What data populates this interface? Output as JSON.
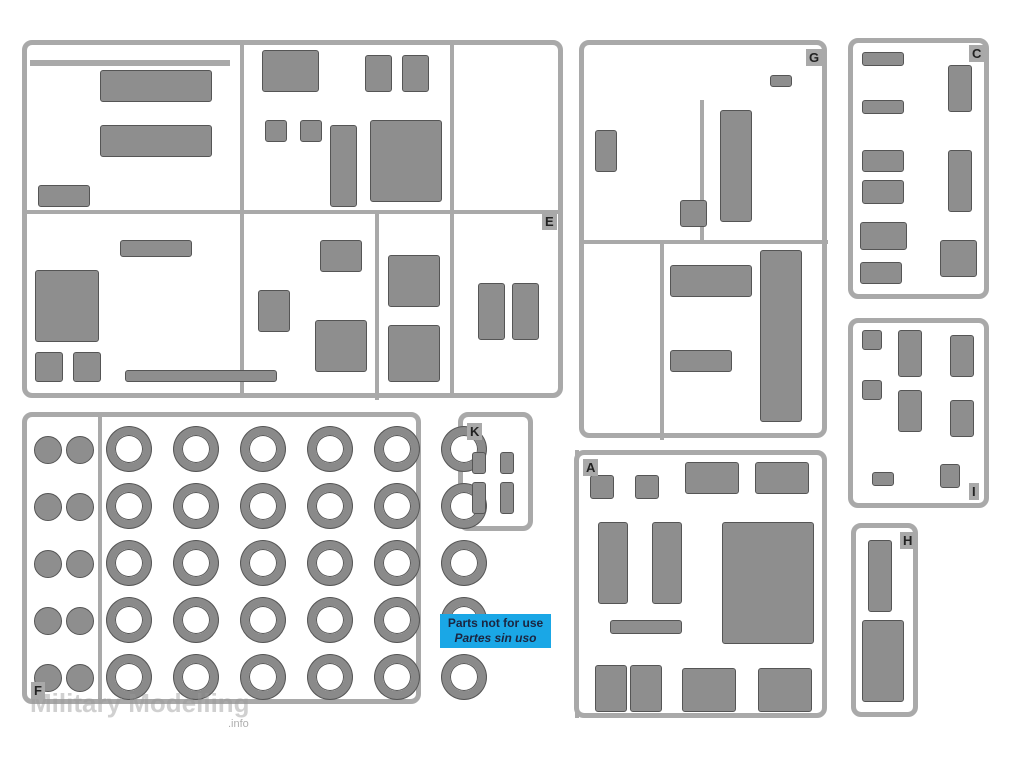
{
  "sprues": [
    {
      "id": "E",
      "letter": "E"
    },
    {
      "id": "G",
      "letter": "G"
    },
    {
      "id": "C",
      "letter": "C"
    },
    {
      "id": "I",
      "letter": "I"
    },
    {
      "id": "H",
      "letter": "H"
    },
    {
      "id": "F",
      "letter": "F"
    },
    {
      "id": "K",
      "letter": "K"
    },
    {
      "id": "A",
      "letter": "A"
    }
  ],
  "notice": {
    "line1": "Parts not for use",
    "line2": "Partes sin uso",
    "color": "#1aa7e6"
  },
  "watermark": {
    "main": "Military Modelling",
    "sub": ".info"
  }
}
